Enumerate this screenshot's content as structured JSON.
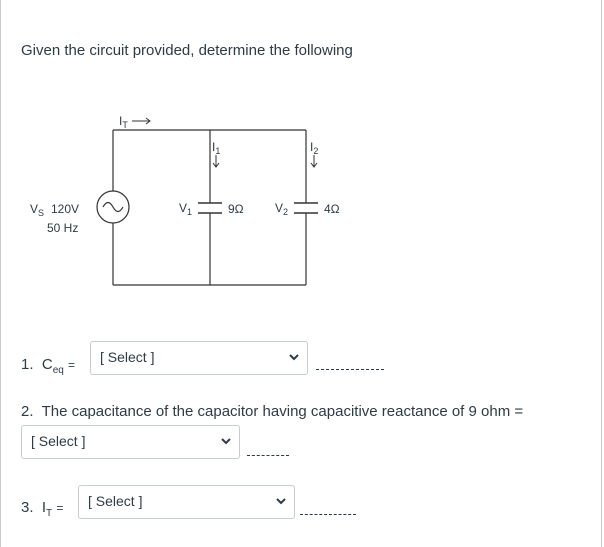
{
  "prompt": "Given the circuit provided, determine the following",
  "circuit": {
    "total_current_label": "I",
    "total_current_sub": "T",
    "branch1_current_label": "I",
    "branch1_current_sub": "1",
    "branch2_current_label": "I",
    "branch2_current_sub": "2",
    "source_label": "V",
    "source_sub": "S",
    "source_voltage": "120V",
    "source_frequency": "50 Hz",
    "cap1_voltage_label": "V",
    "cap1_voltage_sub": "1",
    "cap1_reactance": "9Ω",
    "cap2_voltage_label": "V",
    "cap2_voltage_sub": "2",
    "cap2_reactance": "4Ω"
  },
  "questions": [
    {
      "number": "1.",
      "symbol": "C",
      "sub": "eq",
      "equals": "=",
      "select_value": "[ Select ]",
      "icon": "chevron-down-icon"
    },
    {
      "number": "2.",
      "text": "The capacitance of the capacitor having capacitive reactance of 9 ohm =",
      "select_value": "[ Select ]",
      "icon": "chevron-down-icon"
    },
    {
      "number": "3.",
      "symbol": "I",
      "sub": "T",
      "equals": "=",
      "select_value": "[ Select ]",
      "icon": "chevron-down-icon"
    }
  ]
}
